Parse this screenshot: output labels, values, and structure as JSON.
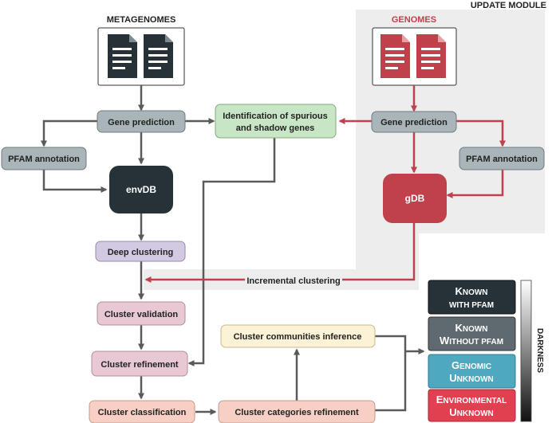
{
  "update_module": {
    "title": "UPDATE MODULE"
  },
  "sources": {
    "metagenomes": "METAGENOMES",
    "genomes": "GENOMES"
  },
  "nodes": {
    "gene_prediction_meta": "Gene prediction",
    "gene_prediction_genome": "Gene prediction",
    "spurious_line1": "Identification of spurious",
    "spurious_line2": "and shadow genes",
    "pfam_meta": "PFAM annotation",
    "pfam_genome": "PFAM annotation",
    "envdb": "envDB",
    "gdb": "gDB",
    "deep_clustering": "Deep clustering",
    "incremental_clustering": "Incremental clustering",
    "cluster_validation": "Cluster validation",
    "cluster_refinement": "Cluster refinement",
    "cluster_classification": "Cluster classification",
    "cluster_categories_refinement": "Cluster categories refinement",
    "cluster_communities_inference": "Cluster communities inference"
  },
  "categories": [
    {
      "line1_cap": "K",
      "line1_rest": "NOWN",
      "line2_cap": "",
      "line2_rest": "WITH PFAM",
      "color": "#263238"
    },
    {
      "line1_cap": "K",
      "line1_rest": "NOWN",
      "line2_cap": "W",
      "line2_rest": "ITHOUT PFAM",
      "color": "#5f6a70"
    },
    {
      "line1_cap": "G",
      "line1_rest": "ENOMIC",
      "line2_cap": "U",
      "line2_rest": "NKNOWN",
      "color": "#4ea8c0"
    },
    {
      "line1_cap": "E",
      "line1_rest": "NVIRONMENTAL",
      "line2_cap": "U",
      "line2_rest": "NKNOWN",
      "color": "#e0404f"
    }
  ],
  "darkness": {
    "label": "DARKNESS"
  },
  "colors": {
    "grey_arrow": "#5a5a5a",
    "red_arrow": "#c0404c",
    "update_bg": "#ededed",
    "doc_dark": "#263238",
    "doc_red": "#c0404c"
  }
}
